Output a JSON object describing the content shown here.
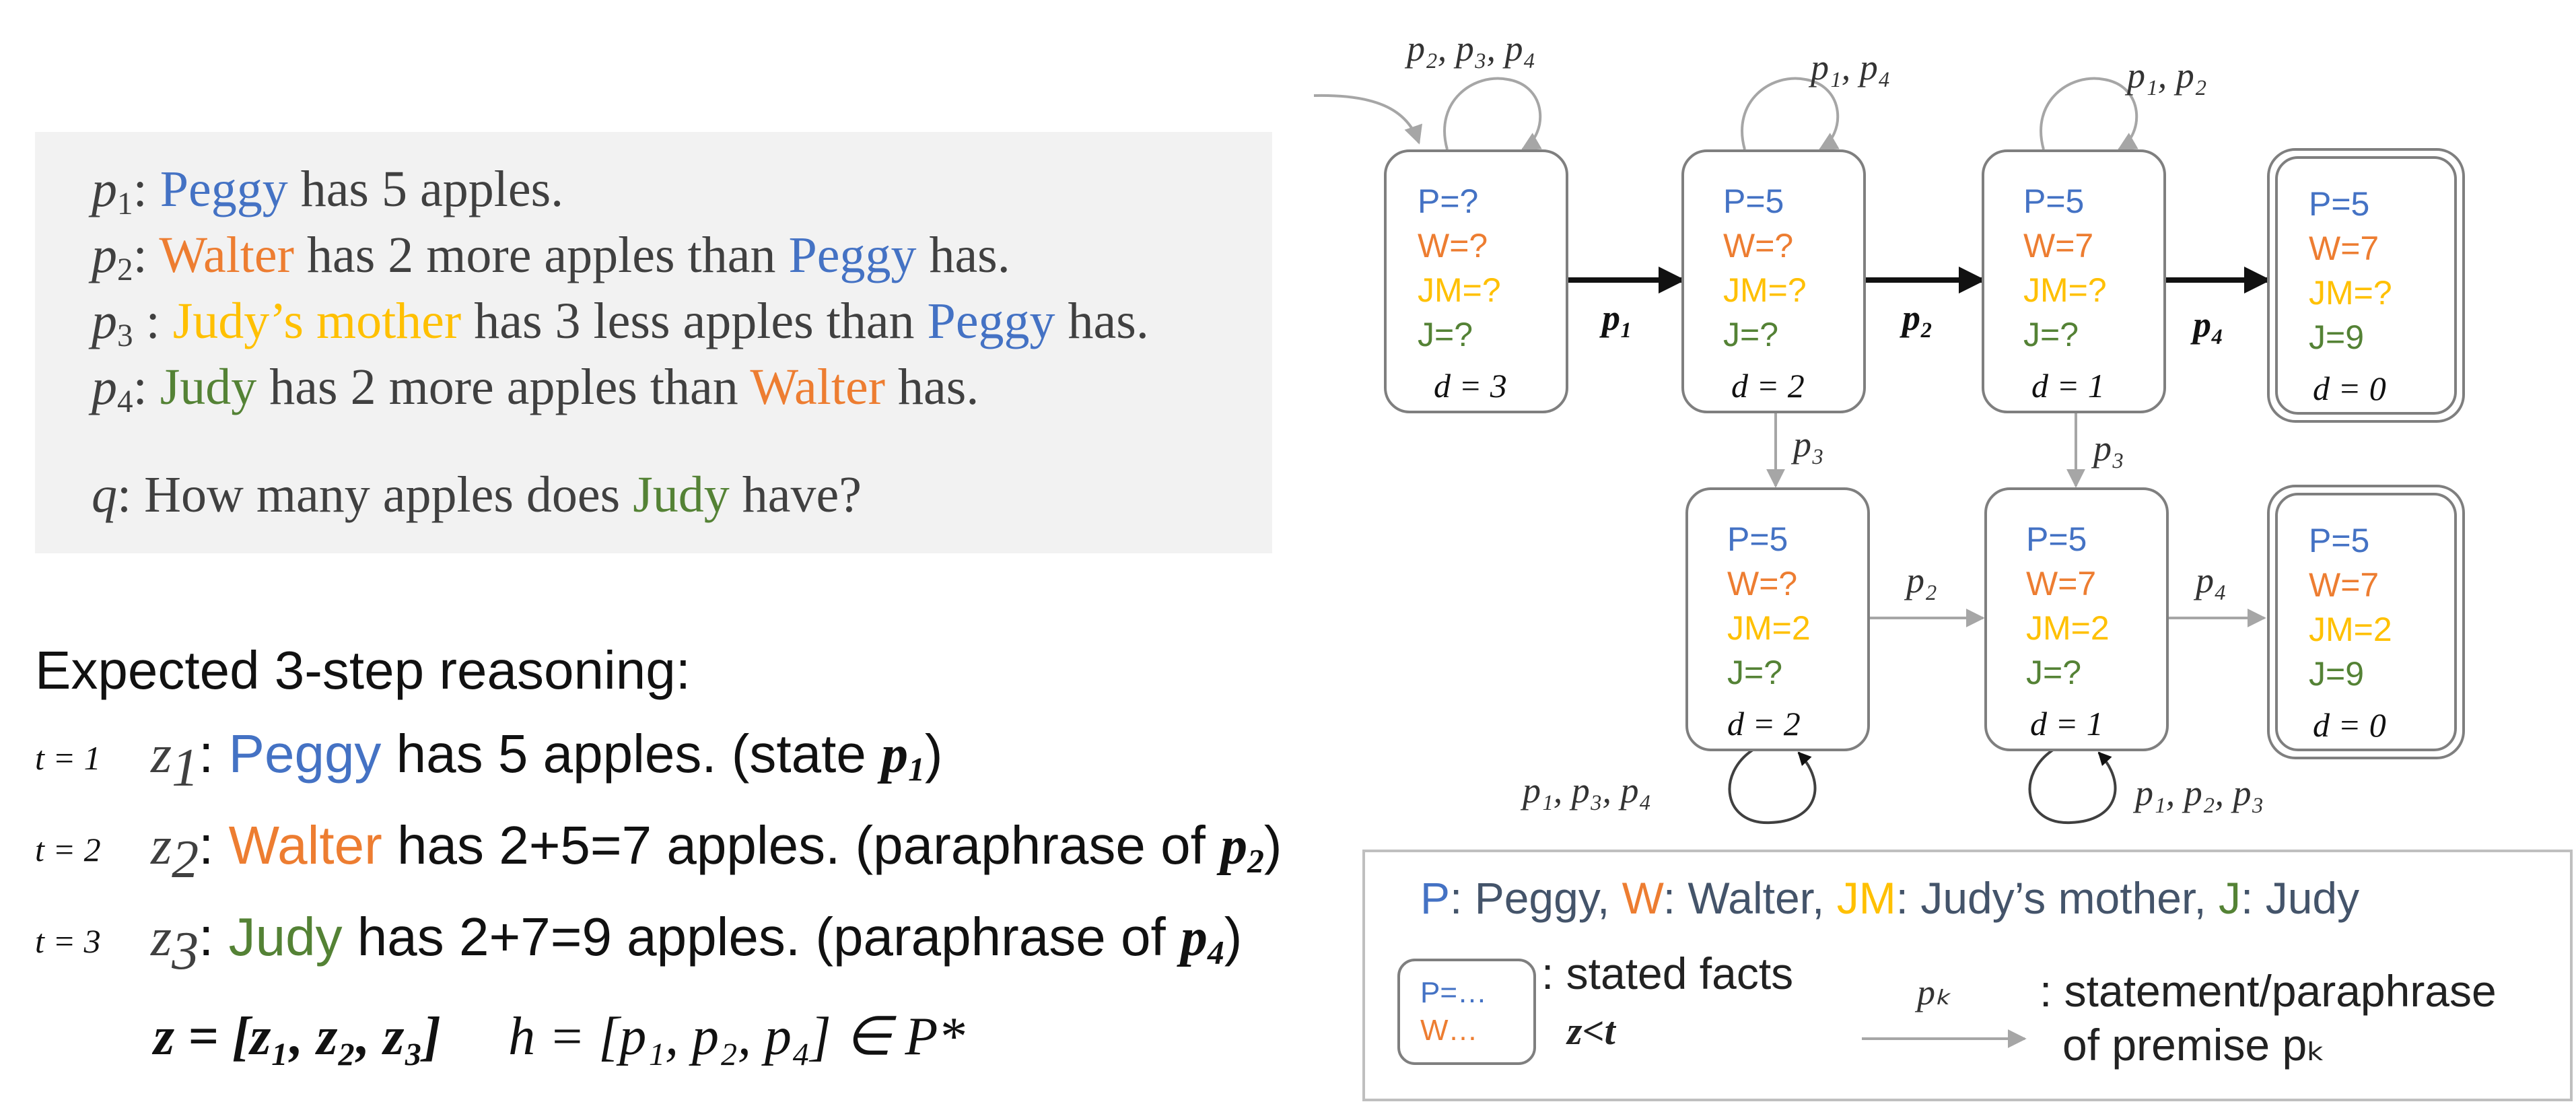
{
  "premises": {
    "p1": {
      "var": "p",
      "sub": "1",
      "sep": ": ",
      "who": "Peggy",
      "rest": " has 5 apples."
    },
    "p2": {
      "var": "p",
      "sub": "2",
      "sep": ": ",
      "who": "Walter",
      "mid": " has 2 more apples than ",
      "who2": "Peggy",
      "rest": " has."
    },
    "p3": {
      "var": "p",
      "sub": "3",
      "sep": " : ",
      "who": "Judy’s mother",
      "mid": " has 3 less apples than ",
      "who2": "Peggy",
      "rest": " has."
    },
    "p4": {
      "var": "p",
      "sub": "4",
      "sep": ": ",
      "who": "Judy",
      "mid": " has 2 more apples than ",
      "who2": "Walter",
      "rest": " has."
    },
    "q": {
      "var": "q",
      "sep": ": How many apples does ",
      "who": "Judy",
      "rest": " have?"
    }
  },
  "reasoning": {
    "title": "Expected 3-step reasoning:",
    "steps": [
      {
        "t": "t = 1",
        "z": "z",
        "zsub": "1",
        "sep": ": ",
        "who": "Peggy",
        "text": " has 5 apples. (state ",
        "p": "p",
        "psub": "1",
        "close": ")"
      },
      {
        "t": "t = 2",
        "z": "z",
        "zsub": "2",
        "sep": ": ",
        "who": "Walter",
        "text": " has 2+5=7 apples. (paraphrase of ",
        "p": "p",
        "psub": "2",
        "close": ")"
      },
      {
        "t": "t = 3",
        "z": "z",
        "zsub": "3",
        "sep": ": ",
        "who": "Judy",
        "text": " has 2+7=9 apples. (paraphrase of ",
        "p": "p",
        "psub": "4",
        "close": ")"
      }
    ],
    "z_eq": "z = [z₁, z₂, z₃]",
    "h_eq": "h = [p₁, p₂, p₄] ∈ P*"
  },
  "diagram": {
    "states": [
      {
        "id": "s0",
        "lines": [
          "P=?",
          "W=?",
          "JM=?",
          "J=?"
        ],
        "d": "d = 3",
        "loop": "p₂, p₃, p₄",
        "final": false
      },
      {
        "id": "s1",
        "lines": [
          "P=5",
          "W=?",
          "JM=?",
          "J=?"
        ],
        "d": "d = 2",
        "loop": "p₁, p₄",
        "final": false
      },
      {
        "id": "s2",
        "lines": [
          "P=5",
          "W=7",
          "JM=?",
          "J=?"
        ],
        "d": "d = 1",
        "loop": "p₁, p₂",
        "final": false
      },
      {
        "id": "s3",
        "lines": [
          "P=5",
          "W=7",
          "JM=?",
          "J=9"
        ],
        "d": "d = 0",
        "final": true
      },
      {
        "id": "s4",
        "lines": [
          "P=5",
          "W=?",
          "JM=2",
          "J=?"
        ],
        "d": "d = 2",
        "loop": "p₁, p₃, p₄",
        "final": false
      },
      {
        "id": "s5",
        "lines": [
          "P=5",
          "W=7",
          "JM=2",
          "J=?"
        ],
        "d": "d = 1",
        "loop": "p₁, p₂, p₃",
        "final": false
      },
      {
        "id": "s6",
        "lines": [
          "P=5",
          "W=7",
          "JM=2",
          "J=9"
        ],
        "d": "d = 0",
        "final": true
      }
    ],
    "edges": {
      "e01": "p₁",
      "e12": "p₂",
      "e23": "p₄",
      "e14": "p₃",
      "e25": "p₃",
      "e45": "p₂",
      "e56": "p₄"
    }
  },
  "legend": {
    "P": "P",
    "P_name": ": Peggy, ",
    "W": "W",
    "W_name": ": Walter, ",
    "JM": "JM",
    "JM_name": ": Judy’s mother, ",
    "J": "J",
    "J_name": ": Judy",
    "mini_line1": "P=…",
    "mini_line2": "W…",
    "stated_facts": ": stated facts",
    "z_lt": "z<t",
    "pk": "pₖ",
    "statement_line1": ": statement/paraphrase",
    "statement_line2": "of premise pₖ"
  },
  "colors": {
    "peggy": "#4472c4",
    "walter": "#ed7d31",
    "judys_mother": "#ffc000",
    "judy": "#548235",
    "neutral": "#44546a"
  }
}
